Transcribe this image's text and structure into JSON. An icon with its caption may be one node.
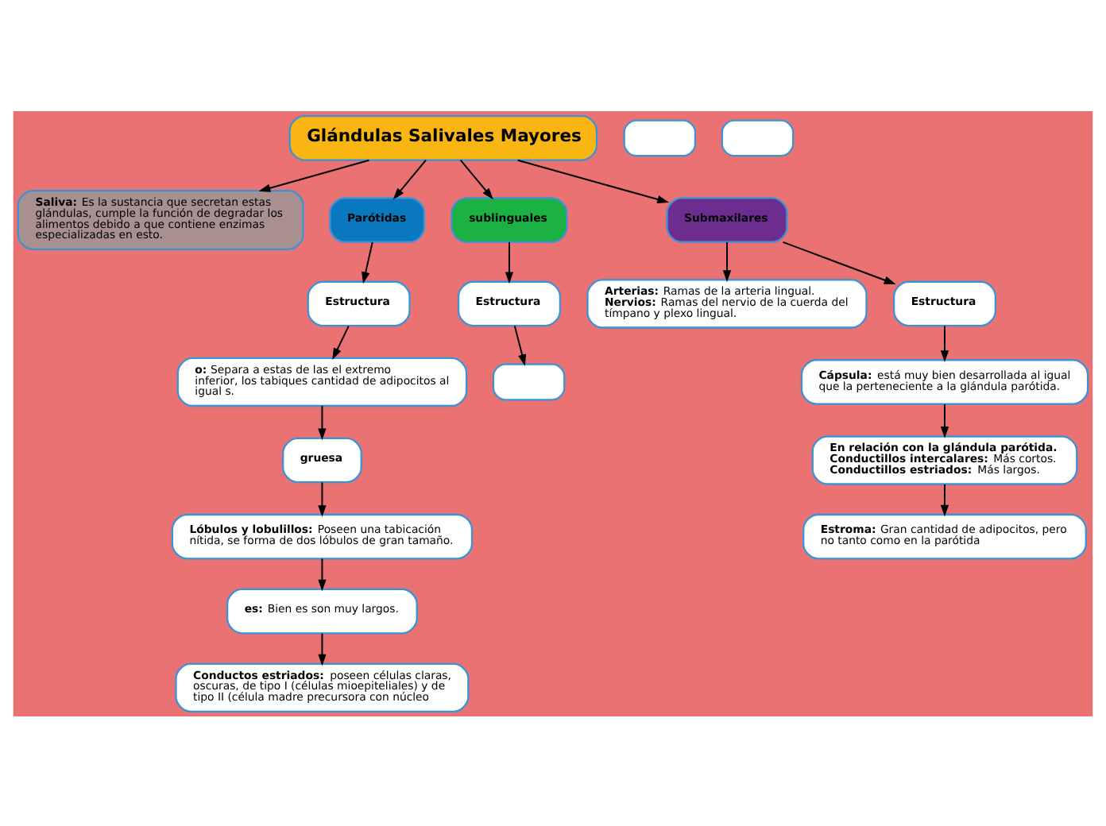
{
  "diagram": {
    "nodes": [
      {
        "text": [
          "Glándulas Salivales Mayores"
        ]
      },
      {
        "text": [
          "**Saliva:** Es la sustancia que secretan estas glándulas, cumple la función de degradar los alimentos debido a que contiene enzimas especializadas en esto."
        ]
      },
      {
        "text": [
          "Parótidas"
        ]
      },
      {
        "text": [
          "sublinguales"
        ]
      },
      {
        "text": [
          "Submaxilares"
        ]
      },
      {
        "text": [
          "Estructura"
        ]
      },
      {
        "text": [
          "**o:** Separa a estas de las el extremo inferior, los tabiques cantidad de adipocitos al igual s."
        ]
      },
      {
        "text": [
          "gruesa"
        ]
      },
      {
        "text": [
          "**Lóbulos y lobulillos:** Poseen una tabicación nítida, se forma de dos lóbulos de gran tamaño."
        ]
      },
      {
        "text": [
          "**es:** Bien es son muy largos."
        ]
      },
      {
        "text": [
          "**Conductos estriados:** poseen células claras, oscuras, de tipo I (células mioepiteliales) y de tipo II (célula madre precursora con núcleo"
        ]
      },
      {
        "text": [],
        "shape": "box"
      },
      {
        "text": [
          "**Arterias:** Ramas de la arteria lingual.",
          "**Nervios:** Ramas del nervio de la cuerda del tímpano y plexo lingual."
        ]
      },
      {
        "text": [
          "Estructura"
        ]
      },
      {
        "text": [
          "**Cápsula:** está muy bien desarrollada al igual que la perteneciente a la glándula parótida."
        ]
      },
      {
        "text": [
          "**En relación con la glándula parótida.**",
          "**Conductillos intercalares:** Más cortos.",
          "**Conductillos estriados:** Más largos."
        ]
      },
      {
        "text": [
          "**Estroma:** Gran cantidad de adipocitos, pero no tanto como en la parótida"
        ]
      },
      {
        "text": [
          "Estructura"
        ]
      },
      {
        "text": [],
        "shape": "box"
      },
      {
        "text": [],
        "shape": "box"
      }
    ],
    "edges": [
      {
        "from": 0,
        "to": 1,
        "arrow": "to"
      },
      {
        "from": 0,
        "to": 2,
        "arrow": "to"
      },
      {
        "from": 0,
        "to": 3,
        "arrow": "to"
      },
      {
        "from": 0,
        "to": 4,
        "arrow": "to"
      },
      {
        "from": 2,
        "to": 5,
        "arrow": "to"
      },
      {
        "from": 5,
        "to": 6,
        "arrow": "to"
      },
      {
        "from": 6,
        "to": 7,
        "arrow": "to"
      },
      {
        "from": 7,
        "to": 8,
        "arrow": "to"
      },
      {
        "from": 8,
        "to": 9,
        "arrow": "to"
      },
      {
        "from": 9,
        "to": 10,
        "arrow": "to"
      },
      {
        "from": 4,
        "to": 12,
        "arrow": "to"
      },
      {
        "from": 4,
        "to": 13,
        "arrow": "to"
      },
      {
        "from": 13,
        "to": 14,
        "arrow": "to"
      },
      {
        "from": 14,
        "to": 15,
        "arrow": "to"
      },
      {
        "from": 15,
        "to": 16,
        "arrow": "to"
      },
      {
        "from": 3,
        "to": 17,
        "arrow": "to"
      },
      {
        "from": 17,
        "to": 18,
        "arrow": "to"
      }
    ]
  }
}
